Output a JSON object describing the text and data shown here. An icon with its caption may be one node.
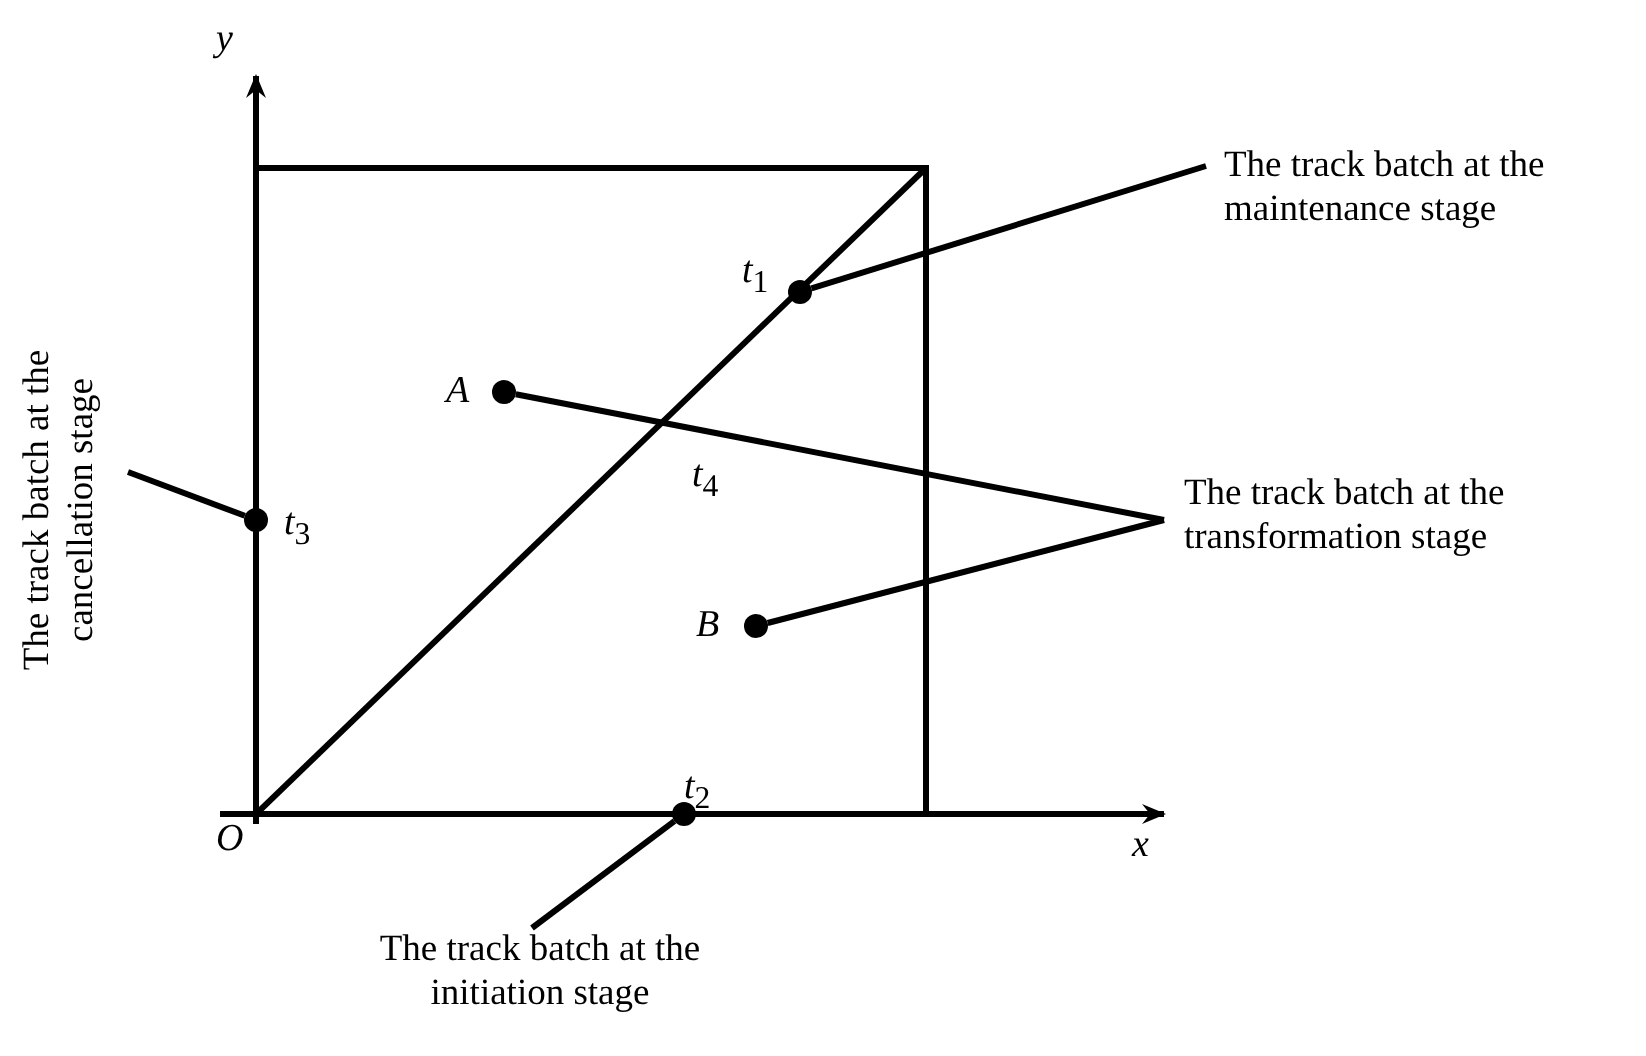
{
  "diagram": {
    "nodes": [
      {
        "text": [
          "The track batch at the maintenance stage"
        ]
      },
      {
        "text": [],
        "shape": "circle",
        "beside": [
          "*t*$_{1}$"
        ]
      },
      {
        "text": [],
        "shape": "circle",
        "beside": [
          "*A*"
        ]
      },
      {
        "text": [
          "The track batch at the cancellation stage"
        ]
      },
      {
        "text": [],
        "shape": "circle",
        "beside": [
          "*t*$_{3}$"
        ]
      },
      {
        "text": [
          "The track batch at the transformation stage"
        ]
      },
      {
        "text": [],
        "shape": "circle",
        "beside": [
          "*B*"
        ]
      },
      {
        "text": [],
        "shape": "circle",
        "beside": [
          "*t*$_{2}$"
        ]
      },
      {
        "text": [
          "The track batch at the initiation stage"
        ]
      }
    ],
    "edges": [
      {
        "from": 0,
        "to": 1,
        "arrow": "none"
      },
      {
        "from": 5,
        "to": 2,
        "arrow": "none"
      },
      {
        "from": 5,
        "to": 6,
        "arrow": "none"
      },
      {
        "from": 3,
        "to": 4,
        "arrow": "none"
      },
      {
        "from": 8,
        "to": 7,
        "arrow": "none"
      }
    ],
    "labels": [
      "*y*",
      "*t*$_{4}$",
      "*O*",
      "*x*"
    ]
  }
}
